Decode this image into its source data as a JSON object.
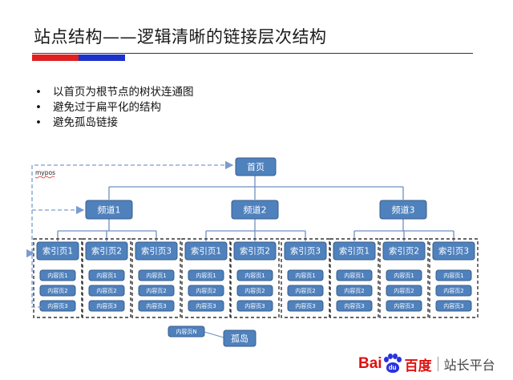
{
  "slide": {
    "title": "站点结构——逻辑清晰的链接层次结构",
    "bullets": [
      "以首页为根节点的树状连通图",
      "避免过于扁平化的结构",
      "避免孤岛链接"
    ]
  },
  "diagram": {
    "root": "首页",
    "mypos_label": "mypos",
    "channels": [
      {
        "label": "频道1",
        "index_pages": [
          "索引页1",
          "索引页2",
          "索引页3"
        ]
      },
      {
        "label": "频道2",
        "index_pages": [
          "索引页1",
          "索引页2",
          "索引页3"
        ]
      },
      {
        "label": "频道3",
        "index_pages": [
          "索引页1",
          "索引页2",
          "索引页3"
        ]
      }
    ],
    "content_pages": [
      "内容页1",
      "内容页2",
      "内容页3"
    ],
    "orphan_page": "内容页N",
    "orphan_label": "孤岛"
  },
  "logo": {
    "brand_left": "Bai",
    "brand_paw": "du",
    "brand_cn": "百度",
    "product": "站长平台"
  },
  "colors": {
    "node_fill": "#4f81bd",
    "node_stroke": "#385d8a",
    "connector": "#6f8fbf",
    "dashed_arrow": "#7a9cd0",
    "box_dash": "#333333"
  }
}
